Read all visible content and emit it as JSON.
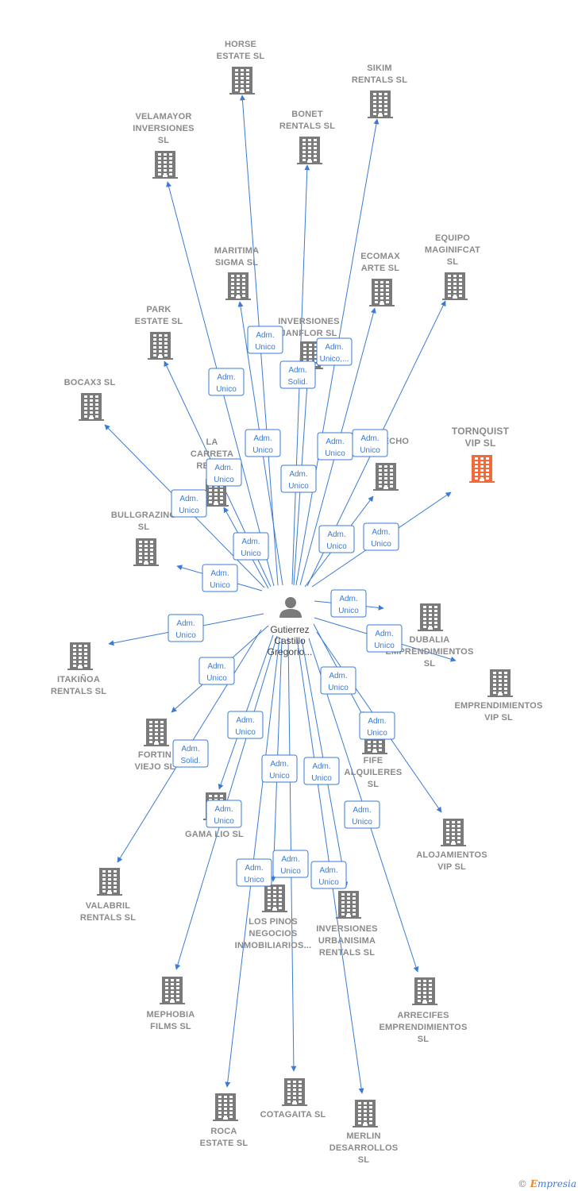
{
  "center": {
    "label": [
      "Gutierrez",
      "Castillo",
      "Gregorio..."
    ],
    "icon": "person-icon"
  },
  "colors": {
    "edge": "#3a7bd5",
    "building": "#7a7a7a",
    "highlight": "#f26a3a",
    "label": "#8a8a8a"
  },
  "nodes": [
    {
      "id": "horse",
      "label": [
        "HORSE",
        "ESTATE  SL"
      ]
    },
    {
      "id": "sikim",
      "label": [
        "SIKIM",
        "RENTALS  SL"
      ]
    },
    {
      "id": "velamayor",
      "label": [
        "VELAMAYOR",
        "INVERSIONES",
        "SL"
      ]
    },
    {
      "id": "bonet",
      "label": [
        "BONET",
        "RENTALS  SL"
      ]
    },
    {
      "id": "equipo",
      "label": [
        "EQUIPO",
        "MAGINIFCAT",
        "SL"
      ]
    },
    {
      "id": "maritima",
      "label": [
        "MARITIMA",
        "SIGMA  SL"
      ]
    },
    {
      "id": "ecomax",
      "label": [
        "ECOMAX",
        "ARTE  SL"
      ]
    },
    {
      "id": "park",
      "label": [
        "PARK",
        "ESTATE  SL"
      ]
    },
    {
      "id": "janflor",
      "label": [
        "INVERSIONES",
        "JANFLOR  SL"
      ]
    },
    {
      "id": "bocax3",
      "label": [
        "BOCAX3  SL"
      ]
    },
    {
      "id": "tornquist",
      "label": [
        "TORNQUIST",
        "VIP  SL"
      ],
      "highlight": true
    },
    {
      "id": "lacarreta",
      "label": [
        "LA",
        "CARRETA",
        "RENT..."
      ]
    },
    {
      "id": "echo",
      "label": [
        "...ECHO"
      ]
    },
    {
      "id": "bullgrazing",
      "label": [
        "BULLGRAZING",
        "SL"
      ]
    },
    {
      "id": "dubalia",
      "label": [
        "DUBALIA",
        "EMPRENDIMIENTOS",
        "SL"
      ]
    },
    {
      "id": "itakinoa",
      "label": [
        "ITAKIÑOA",
        "RENTALS  SL"
      ]
    },
    {
      "id": "emprvip",
      "label": [
        "EMPRENDIMIENTOS",
        "VIP  SL"
      ]
    },
    {
      "id": "fortin",
      "label": [
        "FORTIN",
        "VIEJO  SL"
      ]
    },
    {
      "id": "fife",
      "label": [
        "FIFE",
        "ALQUILERES",
        "SL"
      ]
    },
    {
      "id": "gamalio",
      "label": [
        "GAMA LIO  SL"
      ]
    },
    {
      "id": "alojamientos",
      "label": [
        "ALOJAMIENTOS",
        "VIP  SL"
      ]
    },
    {
      "id": "valabril",
      "label": [
        "VALABRIL",
        "RENTALS  SL"
      ]
    },
    {
      "id": "lospinos",
      "label": [
        "LOS PINOS",
        "NEGOCIOS",
        "INMOBILIARIOS..."
      ]
    },
    {
      "id": "urbanisima",
      "label": [
        "INVERSIONES",
        "URBANISIMA",
        "RENTALS  SL"
      ]
    },
    {
      "id": "mephobia",
      "label": [
        "MEPHOBIA",
        "FILMS  SL"
      ]
    },
    {
      "id": "arrecifes",
      "label": [
        "ARRECIFES",
        "EMPRENDIMIENTOS",
        "SL"
      ]
    },
    {
      "id": "roca",
      "label": [
        "ROCA",
        "ESTATE  SL"
      ]
    },
    {
      "id": "cotagaita",
      "label": [
        "COTAGAITA  SL"
      ]
    },
    {
      "id": "merlin",
      "label": [
        "MERLIN",
        "DESARROLLOS",
        "SL"
      ]
    }
  ],
  "edges": [
    {
      "to": "horse",
      "role": [
        "Adm.",
        "Unico"
      ]
    },
    {
      "to": "sikim",
      "role": [
        "Adm.",
        "Unico,..."
      ]
    },
    {
      "to": "velamayor",
      "role": [
        "Adm.",
        "Unico"
      ]
    },
    {
      "to": "bonet",
      "role": [
        "Adm.",
        "Solid."
      ]
    },
    {
      "to": "equipo",
      "role": [
        "Adm.",
        "Unico"
      ]
    },
    {
      "to": "maritima",
      "role": [
        "Adm.",
        "Unico"
      ]
    },
    {
      "to": "ecomax",
      "role": [
        "Adm.",
        "Unico"
      ]
    },
    {
      "to": "park",
      "role": [
        "Adm.",
        "Unico"
      ]
    },
    {
      "to": "janflor",
      "role": [
        "Adm.",
        "Unico"
      ]
    },
    {
      "to": "bocax3",
      "role": [
        "Adm.",
        "Unico"
      ]
    },
    {
      "to": "tornquist",
      "role": [
        "Adm.",
        "Unico"
      ]
    },
    {
      "to": "lacarreta",
      "role": [
        "Adm.",
        "Unico"
      ]
    },
    {
      "to": "echo",
      "role": [
        "Adm.",
        "Unico"
      ]
    },
    {
      "to": "bullgrazing",
      "role": [
        "Adm.",
        "Unico"
      ]
    },
    {
      "to": "dubalia",
      "role": [
        "Adm.",
        "Unico"
      ]
    },
    {
      "to": "itakinoa",
      "role": [
        "Adm.",
        "Unico"
      ]
    },
    {
      "to": "emprvip",
      "role": [
        "Adm.",
        "Unico"
      ]
    },
    {
      "to": "fortin",
      "role": [
        "Adm.",
        "Unico"
      ]
    },
    {
      "to": "fife",
      "role": [
        "Adm.",
        "Unico"
      ]
    },
    {
      "to": "gamalio",
      "role": [
        "Adm.",
        "Unico"
      ]
    },
    {
      "to": "alojamientos",
      "role": [
        "Adm.",
        "Unico"
      ]
    },
    {
      "to": "valabril",
      "role": [
        "Adm.",
        "Solid."
      ]
    },
    {
      "to": "lospinos",
      "role": [
        "Adm.",
        "Unico"
      ]
    },
    {
      "to": "urbanisima",
      "role": [
        "Adm.",
        "Unico"
      ]
    },
    {
      "to": "mephobia",
      "role": [
        "Adm.",
        "Unico"
      ]
    },
    {
      "to": "arrecifes",
      "role": [
        "Adm.",
        "Unico"
      ]
    },
    {
      "to": "roca",
      "role": [
        "Adm.",
        "Unico"
      ]
    },
    {
      "to": "cotagaita",
      "role": [
        "Adm.",
        "Unico"
      ]
    },
    {
      "to": "merlin",
      "role": [
        "Adm.",
        "Unico"
      ]
    }
  ],
  "footer": {
    "copyright": "©",
    "brand_first": "E",
    "brand_rest": "mpresia"
  }
}
